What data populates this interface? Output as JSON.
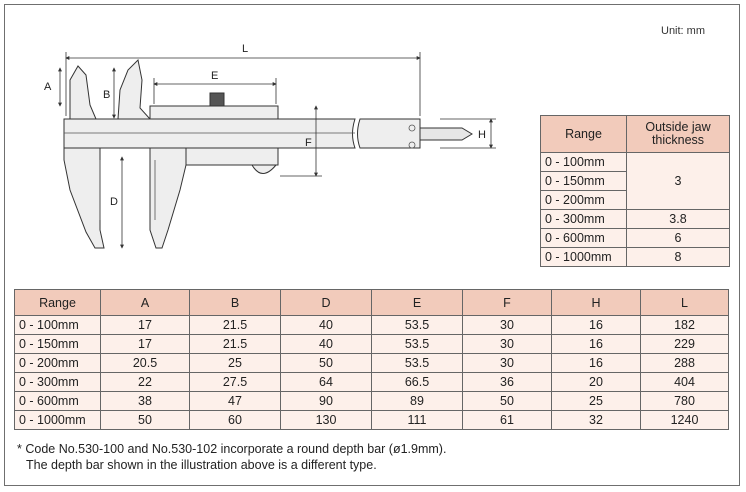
{
  "unit_label": "Unit: mm",
  "diagram_labels": {
    "L": "L",
    "E": "E",
    "A": "A",
    "B": "B",
    "F": "F",
    "D": "D",
    "H": "H"
  },
  "jaw_table": {
    "headers": [
      "Range",
      "Outside jaw thickness"
    ],
    "ranges": [
      "0 - 100mm",
      "0 - 150mm",
      "0 - 200mm",
      "0 - 300mm",
      "0 - 600mm",
      "0 - 1000mm"
    ],
    "values": {
      "r1_3": "3",
      "r4": "3.8",
      "r5": "6",
      "r6": "8"
    }
  },
  "dimension_table": {
    "headers": [
      "Range",
      "A",
      "B",
      "D",
      "E",
      "F",
      "H",
      "L"
    ],
    "rows": [
      [
        "0 - 100mm",
        "17",
        "21.5",
        "40",
        "53.5",
        "30",
        "16",
        "182"
      ],
      [
        "0 - 150mm",
        "17",
        "21.5",
        "40",
        "53.5",
        "30",
        "16",
        "229"
      ],
      [
        "0 - 200mm",
        "20.5",
        "25",
        "50",
        "53.5",
        "30",
        "16",
        "288"
      ],
      [
        "0 - 300mm",
        "22",
        "27.5",
        "64",
        "66.5",
        "36",
        "20",
        "404"
      ],
      [
        "0 - 600mm",
        "38",
        "47",
        "90",
        "89",
        "50",
        "25",
        "780"
      ],
      [
        "0 - 1000mm",
        "50",
        "60",
        "130",
        "111",
        "61",
        "32",
        "1240"
      ]
    ]
  },
  "footnote": {
    "line1": "* Code No.530-100 and No.530-102 incorporate a round depth bar (ø1.9mm).",
    "line2": "The depth bar shown in the illustration above is a different type."
  }
}
